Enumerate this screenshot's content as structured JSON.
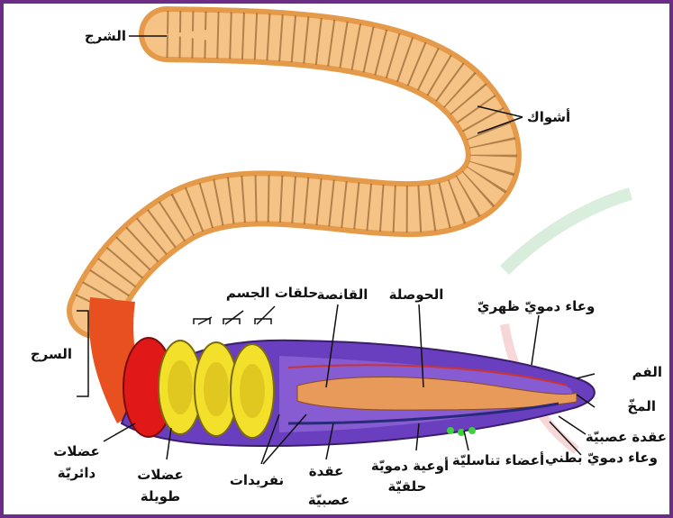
{
  "labels": {
    "tail": "الشرج",
    "setae": "أشواك",
    "body_rings": "حلقات الجسم",
    "crop": "القانصة",
    "gizzard": "الحوصلة",
    "dorsal_vessel": "وعاء دمويّ ظهريّ",
    "mouth": "الفم",
    "brain": "المخّ",
    "nerve_ganglion_right": "عقدة عصبيّة",
    "ventral_vessel": "وعاء دمويّ بطني",
    "reproductive": "أعضاء تناسليّة",
    "ring_vessels_1": "أوعية دمويّة",
    "ring_vessels_2": "حلقيّة",
    "ganglion_1": "عقدة",
    "ganglion_2": "عصبيّة",
    "nephridia": "نفريدات",
    "long_muscles_1": "عضلات",
    "long_muscles_2": "طويلة",
    "circ_muscles_1": "عضلات",
    "circ_muscles_2": "دائريّة",
    "clitellum": "السرج"
  },
  "colors": {
    "frame": "#6b2d86",
    "body": "#f2b36a",
    "clitellum": "#e8501f",
    "red_muscle": "#e01818",
    "yellow_rings": "#f2e02a",
    "interior": "#7b4cc9",
    "organs": "#e89a5a"
  }
}
